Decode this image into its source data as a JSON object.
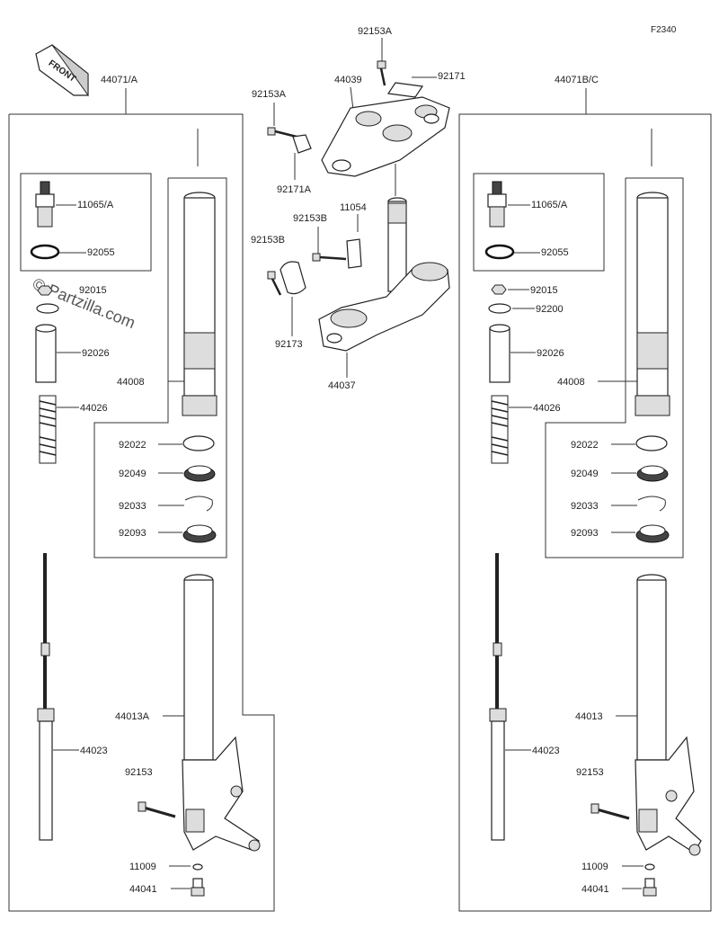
{
  "figure_code": "F2340",
  "front_label": "FRONT",
  "watermark": "© Partzilla.com",
  "assemblies": {
    "left": "44071/A",
    "right": "44071B/C"
  },
  "left_labels": {
    "valve": "11065/A",
    "oring": "92055",
    "nut": "92015",
    "washer": "",
    "collar": "92026",
    "spring": "44026",
    "tube": "44008",
    "ring": "92022",
    "seal": "92049",
    "clip": "92033",
    "dustseal": "92093",
    "cylinder": "44023",
    "outer": "44013A",
    "bolt": "92153",
    "gasket": "11009",
    "drain": "44041"
  },
  "right_labels": {
    "valve": "11065/A",
    "oring": "92055",
    "nut": "92015",
    "washer": "92200",
    "collar": "92026",
    "spring": "44026",
    "tube": "44008",
    "ring": "92022",
    "seal": "92049",
    "clip": "92033",
    "dustseal": "92093",
    "cylinder": "44023",
    "outer": "44013",
    "bolt": "92153",
    "gasket": "11009",
    "drain": "44041"
  },
  "center_labels": {
    "top_bolt": "92153A",
    "top_bracket": "92171",
    "upper_clamp": "44039",
    "left_bolt": "92153A",
    "left_bracket": "92171A",
    "stem": "11054",
    "stem_bolt": "92153B",
    "bolt_b": "92153B",
    "hose_bracket": "92173",
    "lower_clamp": "44037"
  }
}
